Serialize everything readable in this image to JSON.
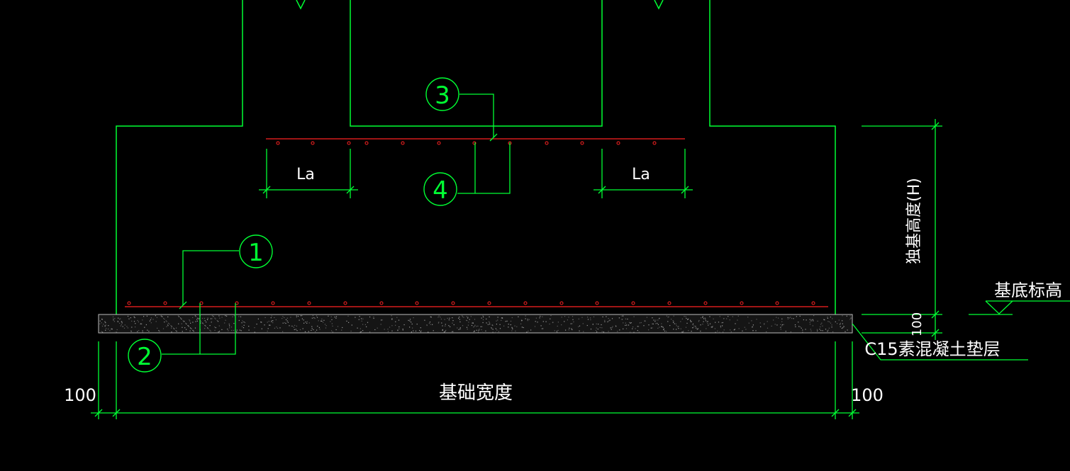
{
  "colors": {
    "background": "#000000",
    "outline": "#00ff33",
    "rebar": "#ff2222",
    "text": "#ffffff",
    "bedding": "#8a8a8a"
  },
  "labels": {
    "la_left": "La",
    "la_right": "La",
    "callout_1": "1",
    "callout_2": "2",
    "callout_3": "3",
    "callout_4": "4",
    "dim_100_left": "100",
    "dim_100_right": "100",
    "dim_100_vertical": "100",
    "foundation_width": "基础宽度",
    "foundation_height": "独基高度(H)",
    "base_elevation": "基底标高",
    "c15_bedding": "C15素混凝土垫层"
  }
}
